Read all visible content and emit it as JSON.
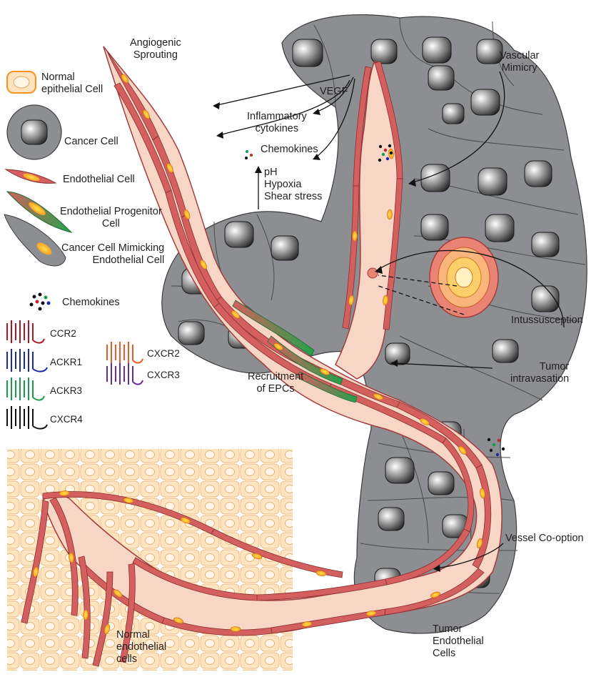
{
  "labels": {
    "angiogenic_sprouting": "Angiogenic\nSprouting",
    "vegf": "VEGF",
    "inflammatory_cytokines": "Inflammatory\ncytokines",
    "chemokines_signal": "Chemokines",
    "ph_hypoxia_shear": "pH\nHypoxia\nShear stress",
    "vascular_mimicry": "Vascular\nMimicry",
    "intussusception": "Intussusception",
    "tumor_intravasation": "Tumor\nintravasation",
    "recruitment_of_epcs": "Recruitment\nof EPCs",
    "vessel_co_option": "Vessel Co-option",
    "tumor_endothelial_cells": "Tumor\nEndothelial\nCells",
    "normal_endothelial_cells": "Normal\nendothelial\ncells"
  },
  "legend": {
    "normal_epithelial_cell": "Normal\nepithelial Cell",
    "cancer_cell": "Cancer Cell",
    "endothelial_cell": "Endothelial Cell",
    "endothelial_progenitor_cell": "Endothelial Progenitor\nCell",
    "cancer_cell_mimicking": "Cancer Cell Mimicking\nEndothelial Cell",
    "chemokines": "Chemokines",
    "receptors": [
      {
        "name": "CCR2",
        "color": "#b0171e"
      },
      {
        "name": "ACKR1",
        "color": "#1b2aa8"
      },
      {
        "name": "ACKR3",
        "color": "#1a9a48"
      },
      {
        "name": "CXCR4",
        "color": "#111111"
      },
      {
        "name": "CXCR2",
        "color": "#f05a22"
      },
      {
        "name": "CXCR3",
        "color": "#6a2b9c"
      }
    ]
  },
  "colors": {
    "cancer_cell": "#8c8e91",
    "vessel_wall": "#d35f5f",
    "vessel_lumen": "#f8d6c6",
    "nucleus": "#f7941d",
    "epithelium": "#fde3c0",
    "progenitor": "#3aa94a"
  }
}
